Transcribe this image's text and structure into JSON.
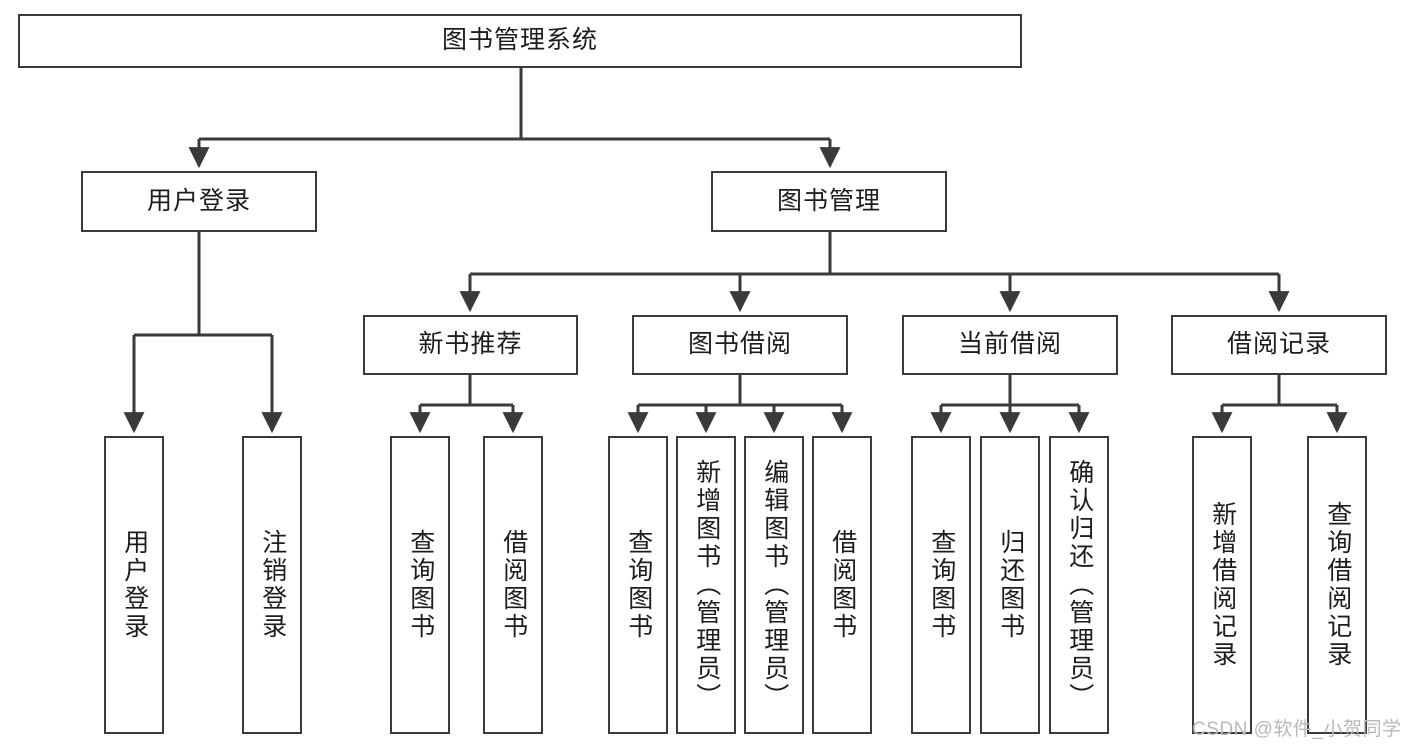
{
  "diagram": {
    "title": "图书管理系统",
    "type": "tree-hierarchy-chart",
    "root": {
      "label": "图书管理系统"
    },
    "level2": [
      {
        "label": "用户登录"
      },
      {
        "label": "图书管理"
      }
    ],
    "level3": [
      {
        "label": "新书推荐"
      },
      {
        "label": "图书借阅"
      },
      {
        "label": "当前借阅"
      },
      {
        "label": "借阅记录"
      }
    ],
    "leaves": {
      "user_login": [
        {
          "label": "用户登录"
        },
        {
          "label": "注销登录"
        }
      ],
      "new_book_recommend": [
        {
          "label": "查询图书"
        },
        {
          "label": "借阅图书"
        }
      ],
      "book_borrow": [
        {
          "label": "查询图书"
        },
        {
          "label": "新增图书（管理员）"
        },
        {
          "label": "编辑图书（管理员）"
        },
        {
          "label": "借阅图书"
        }
      ],
      "current_borrow": [
        {
          "label": "查询图书"
        },
        {
          "label": "归还图书"
        },
        {
          "label": "确认归还（管理员）"
        }
      ],
      "borrow_record": [
        {
          "label": "新增借阅记录"
        },
        {
          "label": "查询借阅记录"
        }
      ]
    }
  },
  "watermark": {
    "text": "CSDN @软件_小贺同学"
  },
  "colors": {
    "stroke": "#3a3a3a",
    "text": "#1d1d1d",
    "background": "#ffffff",
    "watermark": "#b9b9b9"
  }
}
